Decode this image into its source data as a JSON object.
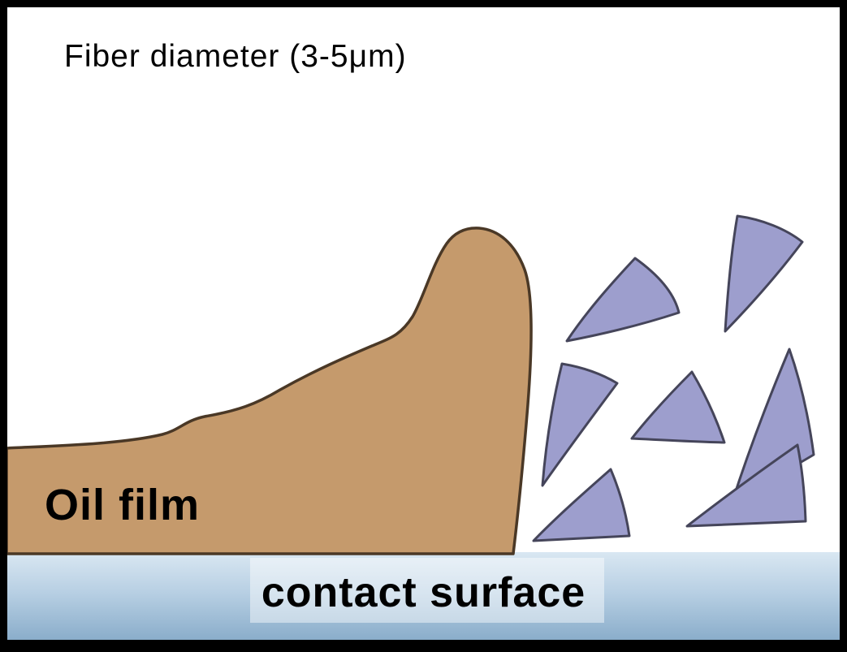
{
  "labels": {
    "fiber_diameter": "Fiber diameter (3-5μm)",
    "oil_film": "Oil film",
    "contact_surface": "contact surface"
  },
  "colors": {
    "background": "#ffffff",
    "frame_border": "#000000",
    "text": "#000000",
    "oil_fill": "#c59a6c",
    "oil_stroke": "#4a3826",
    "fiber_fill": "#9d9ecd",
    "fiber_stroke": "#45455a",
    "band_top": "#d9e7f2",
    "band_bottom": "#87abc9",
    "contact_backdrop": "#ffffff"
  },
  "diagram": {
    "fiber_wedge_count": 7
  }
}
